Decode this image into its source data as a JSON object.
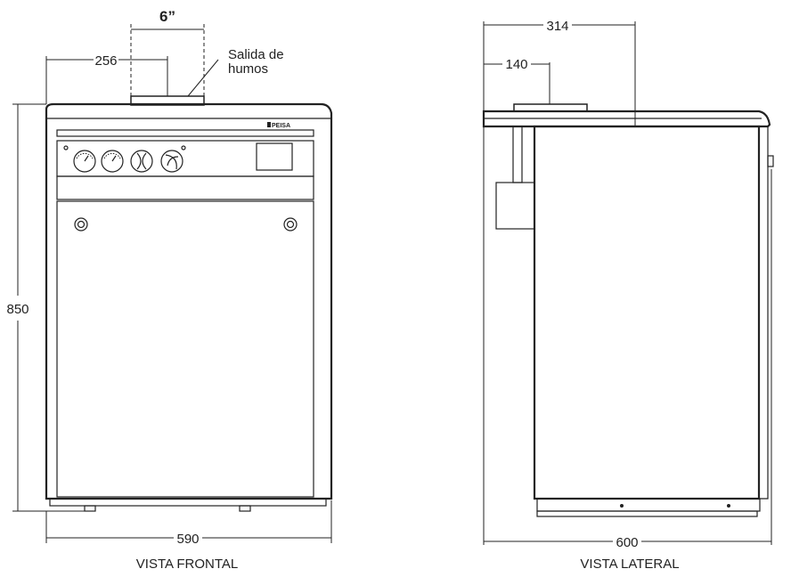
{
  "front_view": {
    "caption": "VISTA FRONTAL",
    "dim_width": "590",
    "dim_height": "850",
    "dim_flue_offset": "256",
    "dim_flue_diameter": "6”",
    "flue_label_line1": "Salida de",
    "flue_label_line2": "humos",
    "brand_label": "PEISA"
  },
  "side_view": {
    "caption": "VISTA LATERAL",
    "dim_depth": "600",
    "dim_flue_position": "314",
    "dim_flue_offset": "140"
  }
}
